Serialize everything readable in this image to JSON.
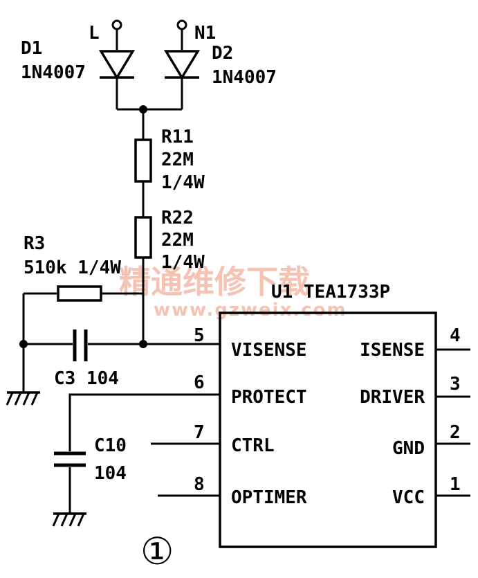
{
  "inputs": {
    "l": "L",
    "n1": "N1"
  },
  "diodes": {
    "d1": {
      "ref": "D1",
      "part": "1N4007"
    },
    "d2": {
      "ref": "D2",
      "part": "1N4007"
    }
  },
  "resistors": {
    "r11": {
      "ref": "R11",
      "value": "22M",
      "power": "1/4W"
    },
    "r22": {
      "ref": "R22",
      "value": "22M",
      "power": "1/4W"
    },
    "r3": {
      "ref": "R3",
      "value": "510k 1/4W"
    }
  },
  "capacitors": {
    "c3": {
      "label": "C3 104"
    },
    "c10": {
      "ref": "C10",
      "value": "104"
    }
  },
  "ic": {
    "title": "U1 TEA1733P",
    "left_pins": [
      {
        "num": "5",
        "name": "VISENSE"
      },
      {
        "num": "6",
        "name": "PROTECT"
      },
      {
        "num": "7",
        "name": "CTRL"
      },
      {
        "num": "8",
        "name": "OPTIMER"
      }
    ],
    "right_pins": [
      {
        "num": "4",
        "name": "ISENSE"
      },
      {
        "num": "3",
        "name": "DRIVER"
      },
      {
        "num": "2",
        "name": "GND"
      },
      {
        "num": "1",
        "name": "VCC"
      }
    ]
  },
  "watermark": {
    "title": "精通维修下载",
    "url": "www.gzweix.com"
  },
  "figure_number": "①"
}
